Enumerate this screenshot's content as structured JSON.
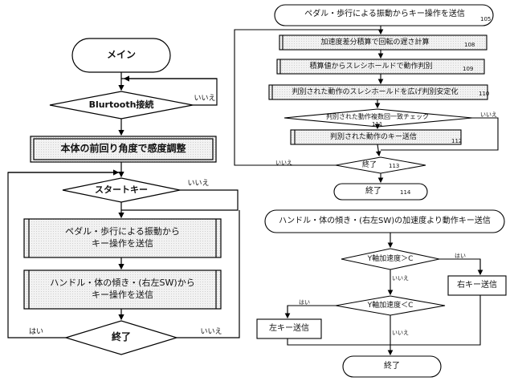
{
  "left": {
    "main_label": "メイン",
    "bluetooth_label": "Blurtooth接続",
    "bluetooth_no": "いいえ",
    "angle_label": "本体の前回り角度で感度調整",
    "start_label": "スタートキー",
    "start_no": "いいえ",
    "pedal_line1": "ペダル・歩行による振動から",
    "pedal_line2": "キー操作を送信",
    "handle_line1": "ハンドル・体の傾き・(右左SW)から",
    "handle_line2": "キー操作を送信",
    "end_label": "終了",
    "end_yes": "はい",
    "end_no": "いいえ"
  },
  "right_top": {
    "title": "ペダル・歩行による振動からキー操作を送信",
    "title_num": "105",
    "step1": "加速度差分積算で回転の遅さ計算",
    "step1_num": "108",
    "step2": "積算値からスレシホールドで動作判別",
    "step2_num": "109",
    "step3": "判別された動作のスレシホールドを広げ判別安定化",
    "step3_num": "110",
    "decision": "判別された動作複数回一致チェック",
    "decision_num": "111",
    "decision_no": "いいえ",
    "send": "判別された動作のキー送信",
    "send_num": "112",
    "end_decision": "終了",
    "end_decision_num": "113",
    "end_decision_no": "いいえ",
    "end": "終了",
    "end_num": "114"
  },
  "right_bottom": {
    "title": "ハンドル・体の傾き・(右左SW)の加速度より動作キー送信",
    "cond1": "Y軸加速度＞C",
    "cond1_yes": "はい",
    "cond1_no": "いいえ",
    "right_send": "右キー送信",
    "cond2": "Y軸加速度＜C",
    "cond2_yes": "はい",
    "cond2_no": "いいえ",
    "left_send": "左キー送信",
    "end": "終了"
  }
}
